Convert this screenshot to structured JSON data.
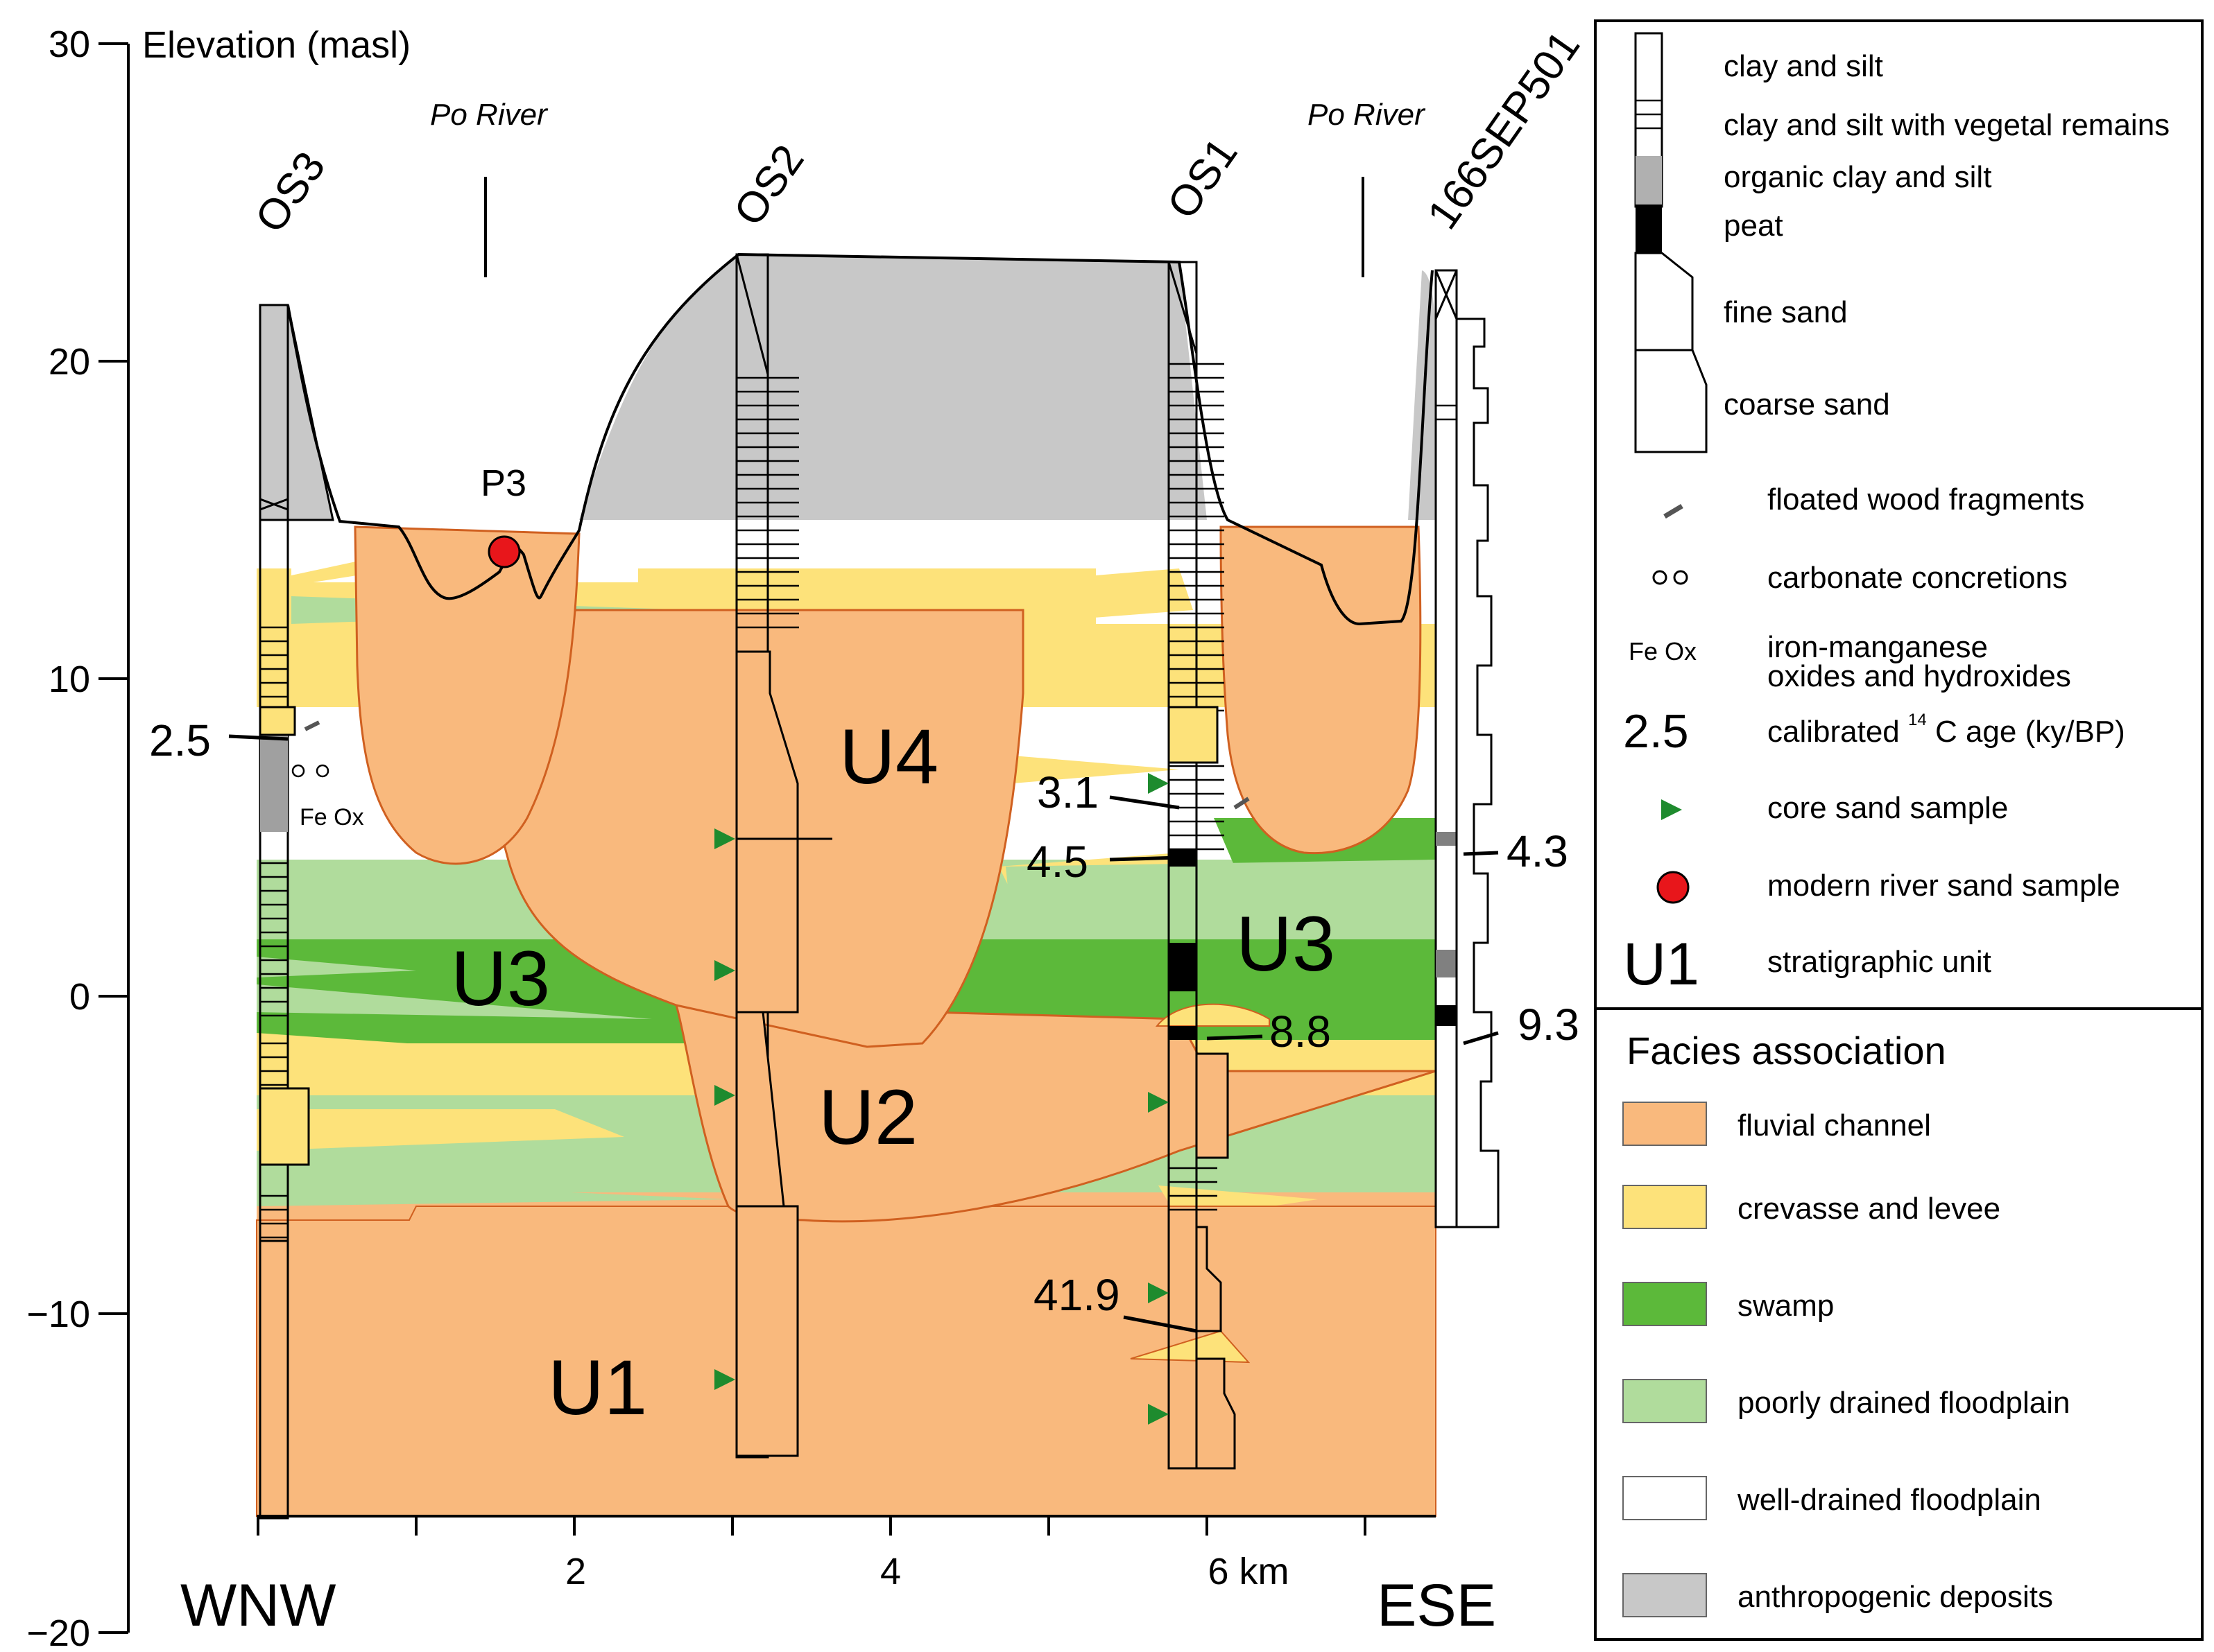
{
  "axis": {
    "y_title": "Elevation (masl)",
    "y_ticks": [
      "30",
      "20",
      "10",
      "0",
      "−10",
      "−20"
    ],
    "x_ticks": [
      "2",
      "4",
      "6 km"
    ],
    "left_direction": "WNW",
    "right_direction": "ESE"
  },
  "cores": [
    "OS3",
    "OS2",
    "OS1",
    "166SEP501"
  ],
  "rivers": [
    "Po River",
    "Po River"
  ],
  "sample_label": "P3",
  "units": [
    "U4",
    "U3",
    "U3",
    "U2",
    "U1"
  ],
  "ages": [
    "2.5",
    "3.1",
    "4.5",
    "4.3",
    "8.8",
    "9.3",
    "41.9"
  ],
  "fe_ox_label": "Fe Ox",
  "legend": {
    "lithology": [
      "clay and silt",
      "clay and silt with vegetal remains",
      "organic clay and silt",
      "peat",
      "fine sand",
      "coarse sand"
    ],
    "symbols": {
      "wood": "floated wood fragments",
      "concretions": "carbonate concretions",
      "feox_symbol": "Fe Ox",
      "feox_line1": "iron-manganese",
      "feox_line2": "oxides and hydroxides",
      "age_symbol": "2.5",
      "age_text_pre": "calibrated",
      "age_sup": "14",
      "age_text_post": "C age (ky/BP)",
      "core_sample": "core sand sample",
      "river_sample": "modern river sand sample",
      "unit_symbol": "U1",
      "unit_text": "stratigraphic unit"
    },
    "facies_title": "Facies association",
    "facies": [
      {
        "label": "fluvial channel",
        "color": "#f9b97d"
      },
      {
        "label": "crevasse and levee",
        "color": "#fde27a"
      },
      {
        "label": "swamp",
        "color": "#5cb93a"
      },
      {
        "label": "poorly drained floodplain",
        "color": "#b0dc9c"
      },
      {
        "label": "well-drained floodplain",
        "color": "#ffffff"
      },
      {
        "label": "anthropogenic deposits",
        "color": "#c8c8c8"
      }
    ]
  }
}
